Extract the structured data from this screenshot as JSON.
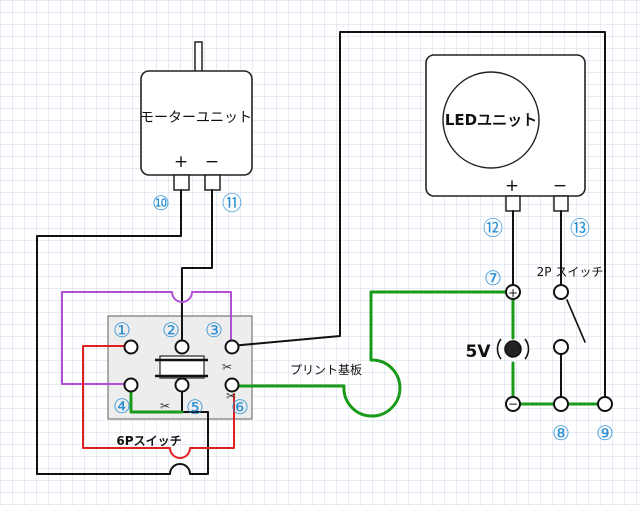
{
  "units": {
    "motor": {
      "label": "モーターユニット",
      "plus": "+",
      "minus": "−"
    },
    "led": {
      "label": "LEDユニット",
      "plus": "+",
      "minus": "−"
    }
  },
  "switches": {
    "six_p": {
      "label": "6Pスイッチ"
    },
    "two_p": {
      "label": "2P スイッチ"
    }
  },
  "board": {
    "label": "プリント基板"
  },
  "power": {
    "label": "5V",
    "plus": "+",
    "minus": "−"
  },
  "terminals": {
    "t1": "①",
    "t2": "②",
    "t3": "③",
    "t4": "④",
    "t5": "⑤",
    "t6": "⑥",
    "t7": "⑦",
    "t8": "⑧",
    "t9": "⑨",
    "t10": "⑩",
    "t11": "⑪",
    "t12": "⑫",
    "t13": "⑬"
  },
  "colors": {
    "grid": "#cfd8ea",
    "wire_black": "#111111",
    "wire_green": "#1a9a1a",
    "wire_red": "#e01f1f",
    "wire_purple": "#b34fd6",
    "number_blue": "#2a8fd4"
  }
}
